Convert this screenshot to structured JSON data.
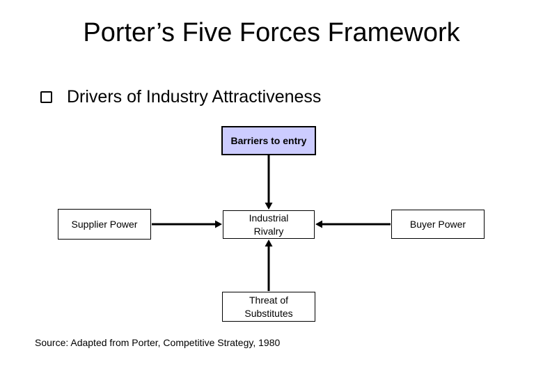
{
  "slide": {
    "title": "Porter’s Five Forces Framework",
    "bullet_text": "Drivers of Industry Attractiveness",
    "source_note": "Source: Adapted from Porter, Competitive Strategy, 1980"
  },
  "diagram": {
    "type": "five-forces-framework",
    "boxes": {
      "barriers": {
        "label": "Barriers to entry",
        "fill": "#ccccff",
        "text_style": "bold"
      },
      "supplier": {
        "label": "Supplier Power",
        "fill": "#ffffff"
      },
      "rivalry": {
        "line1": "Industrial",
        "line2": "Rivalry",
        "fill": "#ffffff"
      },
      "buyer": {
        "label": "Buyer Power",
        "fill": "#ffffff"
      },
      "substitutes": {
        "line1": "Threat of",
        "line2": "Substitutes",
        "fill": "#ffffff"
      }
    },
    "arrows": [
      {
        "from": "barriers",
        "to": "rivalry",
        "direction": "down"
      },
      {
        "from": "supplier",
        "to": "rivalry",
        "direction": "right"
      },
      {
        "from": "buyer",
        "to": "rivalry",
        "direction": "left"
      },
      {
        "from": "substitutes",
        "to": "rivalry",
        "direction": "up"
      }
    ],
    "arrow_color": "#000000"
  },
  "colors": {
    "background": "#ffffff",
    "text": "#000000",
    "box_border": "#000000",
    "barriers_fill": "#ccccff"
  }
}
